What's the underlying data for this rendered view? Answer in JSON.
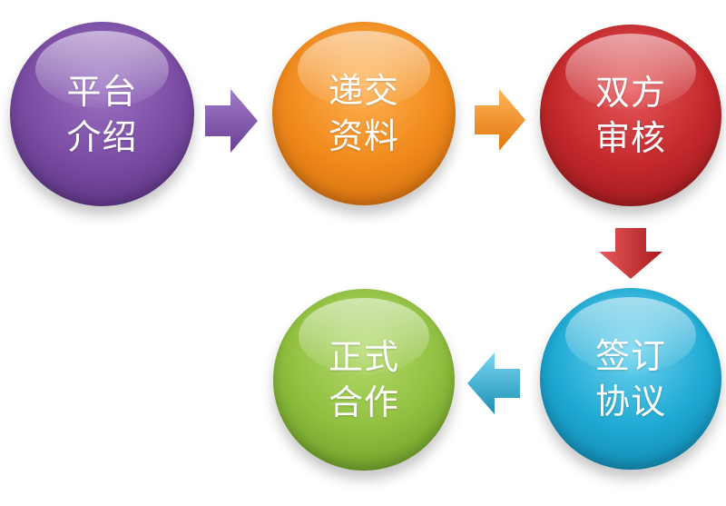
{
  "steps": [
    {
      "line1": "平台",
      "line2": "介绍",
      "color": "#7a4ca3"
    },
    {
      "line1": "递交",
      "line2": "资料",
      "color": "#f08a1c"
    },
    {
      "line1": "双方",
      "line2": "审核",
      "color": "#c4282c"
    },
    {
      "line1": "签订",
      "line2": "协议",
      "color": "#1ea9d3"
    },
    {
      "line1": "正式",
      "line2": "合作",
      "color": "#8fbf3f"
    }
  ],
  "arrow_icons": [
    "right-arrow-icon",
    "right-arrow-icon",
    "down-arrow-icon",
    "left-arrow-icon"
  ],
  "arrow_colors": [
    "#7e4fa6",
    "#f29022",
    "#c9302f",
    "#29a8cf"
  ]
}
